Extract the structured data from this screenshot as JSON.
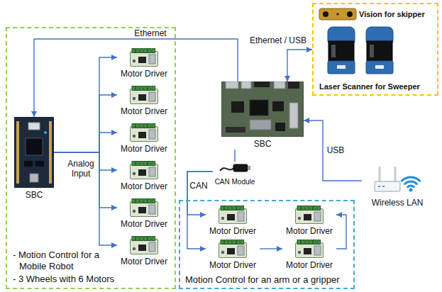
{
  "diagram": {
    "nodes": [
      {
        "text": [
          "- Motion Control for a Mobile Robot",
          "- 3 Wheels with 6 Motors"
        ]
      },
      {
        "text": [
          "SBC"
        ],
        "in": 0
      },
      {
        "text": [
          "Motor Driver"
        ],
        "in": 0
      },
      {
        "text": [
          "Motor Driver"
        ],
        "in": 0
      },
      {
        "text": [
          "Motor Driver"
        ],
        "in": 0
      },
      {
        "text": [
          "Motor Driver"
        ],
        "in": 0
      },
      {
        "text": [
          "Motor Driver"
        ],
        "in": 0
      },
      {
        "text": [
          "Motor Driver"
        ],
        "in": 0
      },
      {
        "text": [
          "SBC"
        ]
      },
      {
        "text": [
          "Vision for skipper",
          "Laser Scanner for Sweeper"
        ]
      },
      {
        "text": [
          "Wireless LAN"
        ]
      },
      {
        "text": [
          "CAN Module"
        ]
      },
      {
        "text": [
          "Motion Control for an arm or a gripper"
        ]
      },
      {
        "text": [
          "Motor Driver"
        ],
        "in": 12
      },
      {
        "text": [
          "Motor Driver"
        ],
        "in": 12
      },
      {
        "text": [
          "Motor Driver"
        ],
        "in": 12
      },
      {
        "text": [
          "Motor Driver"
        ],
        "in": 12
      }
    ],
    "edges": [
      {
        "from": 8,
        "to": 1,
        "arrow": "to",
        "label": "Ethernet"
      },
      {
        "from": 1,
        "to": 2,
        "arrow": "to"
      },
      {
        "from": 1,
        "to": 3,
        "arrow": "to"
      },
      {
        "from": 1,
        "to": 4,
        "arrow": "to"
      },
      {
        "from": 1,
        "to": 5,
        "arrow": "to"
      },
      {
        "from": 1,
        "to": 6,
        "arrow": "to"
      },
      {
        "from": 1,
        "to": 7,
        "arrow": "to"
      },
      {
        "from": 8,
        "to": 9,
        "arrow": "both",
        "label": "Ethernet / USB"
      },
      {
        "from": 10,
        "to": 8,
        "arrow": "to",
        "label": "USB"
      },
      {
        "from": 8,
        "to": 11,
        "arrow": "none"
      },
      {
        "from": 11,
        "to": 13,
        "arrow": "to",
        "label": "CAN"
      },
      {
        "from": 11,
        "to": 15,
        "arrow": "to"
      },
      {
        "from": 15,
        "to": 16,
        "arrow": "to"
      },
      {
        "from": 16,
        "to": 14,
        "arrow": "to"
      }
    ],
    "labels": [
      "Analog Input"
    ]
  }
}
